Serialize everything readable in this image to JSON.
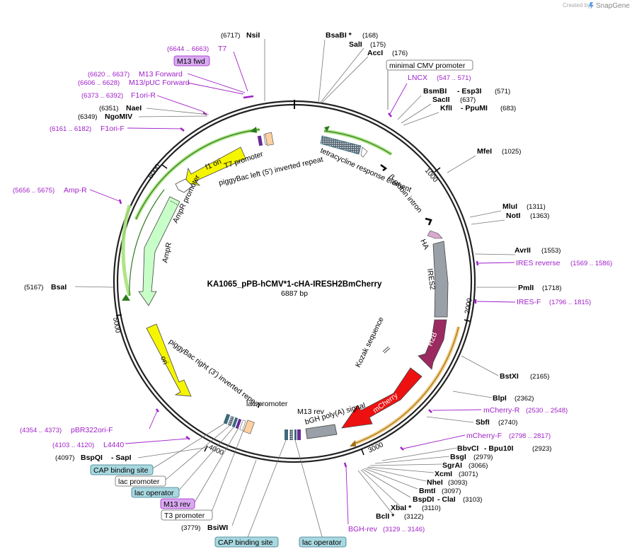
{
  "credit": "Created by",
  "brand": "SnapGene",
  "plasmid": {
    "name": "KA1065_pPB-hCMV*1-cHA-IRESH2BmCherry",
    "size": "6887 bp"
  },
  "ticks": [
    "1000",
    "2000",
    "3000",
    "4000",
    "5000",
    "6000"
  ],
  "sites": [
    {
      "id": "nsi",
      "pos": "(6717)",
      "name": "NsiI"
    },
    {
      "id": "bsab",
      "name": "BsaBI *",
      "pos": "(168)"
    },
    {
      "id": "sal",
      "name": "SalI",
      "pos": "(175)"
    },
    {
      "id": "acc",
      "name": "AccI",
      "pos": "(176)"
    },
    {
      "id": "bsmb",
      "name": "BsmBI",
      "alt": "- Esp3I",
      "pos": "(571)"
    },
    {
      "id": "sac",
      "name": "SacII",
      "pos": "(637)"
    },
    {
      "id": "kfl",
      "name": "KflI",
      "alt": "- PpuMI",
      "pos": "(683)"
    },
    {
      "id": "mfe",
      "name": "MfeI",
      "pos": "(1025)"
    },
    {
      "id": "mlu",
      "name": "MluI",
      "pos": "(1311)"
    },
    {
      "id": "not",
      "name": "NotI",
      "pos": "(1363)"
    },
    {
      "id": "avr",
      "name": "AvrII",
      "pos": "(1553)"
    },
    {
      "id": "pml",
      "name": "PmlI",
      "pos": "(1718)"
    },
    {
      "id": "bstx",
      "name": "BstXI",
      "pos": "(2165)"
    },
    {
      "id": "blp",
      "name": "BlpI",
      "pos": "(2362)"
    },
    {
      "id": "sbf",
      "name": "SbfI",
      "pos": "(2740)"
    },
    {
      "id": "bbvc",
      "name": "BbvCI",
      "alt": "- Bpu10I",
      "pos": "(2923)"
    },
    {
      "id": "bsg",
      "name": "BsgI",
      "pos": "(2979)"
    },
    {
      "id": "sgra",
      "name": "SgrAI",
      "pos": "(3066)"
    },
    {
      "id": "xcm",
      "name": "XcmI",
      "pos": "(3071)"
    },
    {
      "id": "nhe",
      "name": "NheI",
      "pos": "(3093)"
    },
    {
      "id": "bmt",
      "name": "BmtI",
      "pos": "(3097)"
    },
    {
      "id": "bspd",
      "name": "BspDI",
      "alt": "- ClaI",
      "pos": "(3103)"
    },
    {
      "id": "xba",
      "name": "XbaI *",
      "pos": "(3110)"
    },
    {
      "id": "bcl",
      "name": "BclI *",
      "pos": "(3122)"
    },
    {
      "id": "bsiw",
      "pos": "(3779)",
      "name": "BsiWI"
    },
    {
      "id": "bspq",
      "pos": "(4097)",
      "name": "BspQI",
      "alt": "- SapI"
    },
    {
      "id": "bsa",
      "pos": "(5167)",
      "name": "BsaI"
    },
    {
      "id": "ngom",
      "pos": "(6349)",
      "name": "NgoMIV"
    },
    {
      "id": "nae",
      "pos": "(6351)",
      "name": "NaeI"
    }
  ],
  "primers": [
    {
      "id": "t7",
      "range": "(6644 .. 6663)",
      "name": "T7"
    },
    {
      "id": "m13f",
      "range": "(6620 .. 6637)",
      "name": "M13 Forward"
    },
    {
      "id": "m13puc",
      "range": "(6606 .. 6628)",
      "name": "M13/pUC Forward"
    },
    {
      "id": "f1r",
      "range": "(6373 .. 6392)",
      "name": "F1ori-R"
    },
    {
      "id": "f1f",
      "range": "(6161 .. 6182)",
      "name": "F1ori-F"
    },
    {
      "id": "ampr",
      "range": "(5656 .. 5675)",
      "name": "Amp-R"
    },
    {
      "id": "lncx",
      "name": "LNCX",
      "range": "(547 .. 571)"
    },
    {
      "id": "iresrev",
      "name": "IRES reverse",
      "range": "(1569 .. 1586)"
    },
    {
      "id": "iresf",
      "name": "IRES-F",
      "range": "(1796 .. 1815)"
    },
    {
      "id": "mchr",
      "name": "mCherry-R",
      "range": "(2530 .. 2548)"
    },
    {
      "id": "mchf",
      "name": "mCherry-F",
      "range": "(2798 .. 2817)"
    },
    {
      "id": "bghrev",
      "name": "BGH-rev",
      "range": "(3129 .. 3146)"
    },
    {
      "id": "pbr",
      "range": "(4354 .. 4373)",
      "name": "pBR322ori-F"
    },
    {
      "id": "l4440",
      "range": "(4103 .. 4120)",
      "name": "L4440"
    }
  ],
  "boxed": {
    "m13fwd": "M13 fwd",
    "mincmv": "minimal CMV promoter",
    "cap1": "CAP binding site",
    "lacp": "lac promoter",
    "laco1": "lac operator",
    "m13rev": "M13 rev",
    "t3": "T3 promoter",
    "cap2": "CAP binding site",
    "laco2": "lac operator"
  },
  "features": {
    "f1ori": "f1 ori",
    "t7prom": "T7 promoter",
    "pbleft": "piggyBac left (5') inverted repeat",
    "tre": "tetracycline response element",
    "bglobin": "β-globin intron",
    "ha": "HA",
    "ires2": "IRES2",
    "h2b": "H2B",
    "kozak": "Kozak sequence",
    "mcherry": "mCherry",
    "bgh": "bGH poly(A) signal",
    "m13rev_in": "M13 rev",
    "lacprom_in": "lac promoter",
    "pbright": "piggyBac right (3') inverted repeat",
    "ori": "ori",
    "ampprom": "AmpR promoter",
    "ampr": "AmpR"
  },
  "colors": {
    "backbone": "#222222",
    "primer": "#a020c8",
    "yellow": "#f5f500",
    "ampr": "#c8ffc8",
    "ires": "#9aa0a8",
    "h2b": "#9a2a60",
    "mcherry": "#ee1111",
    "teal": "#bfe3ea",
    "orange_glow": "#f2c87a",
    "green_glow": "#a6e27a"
  }
}
